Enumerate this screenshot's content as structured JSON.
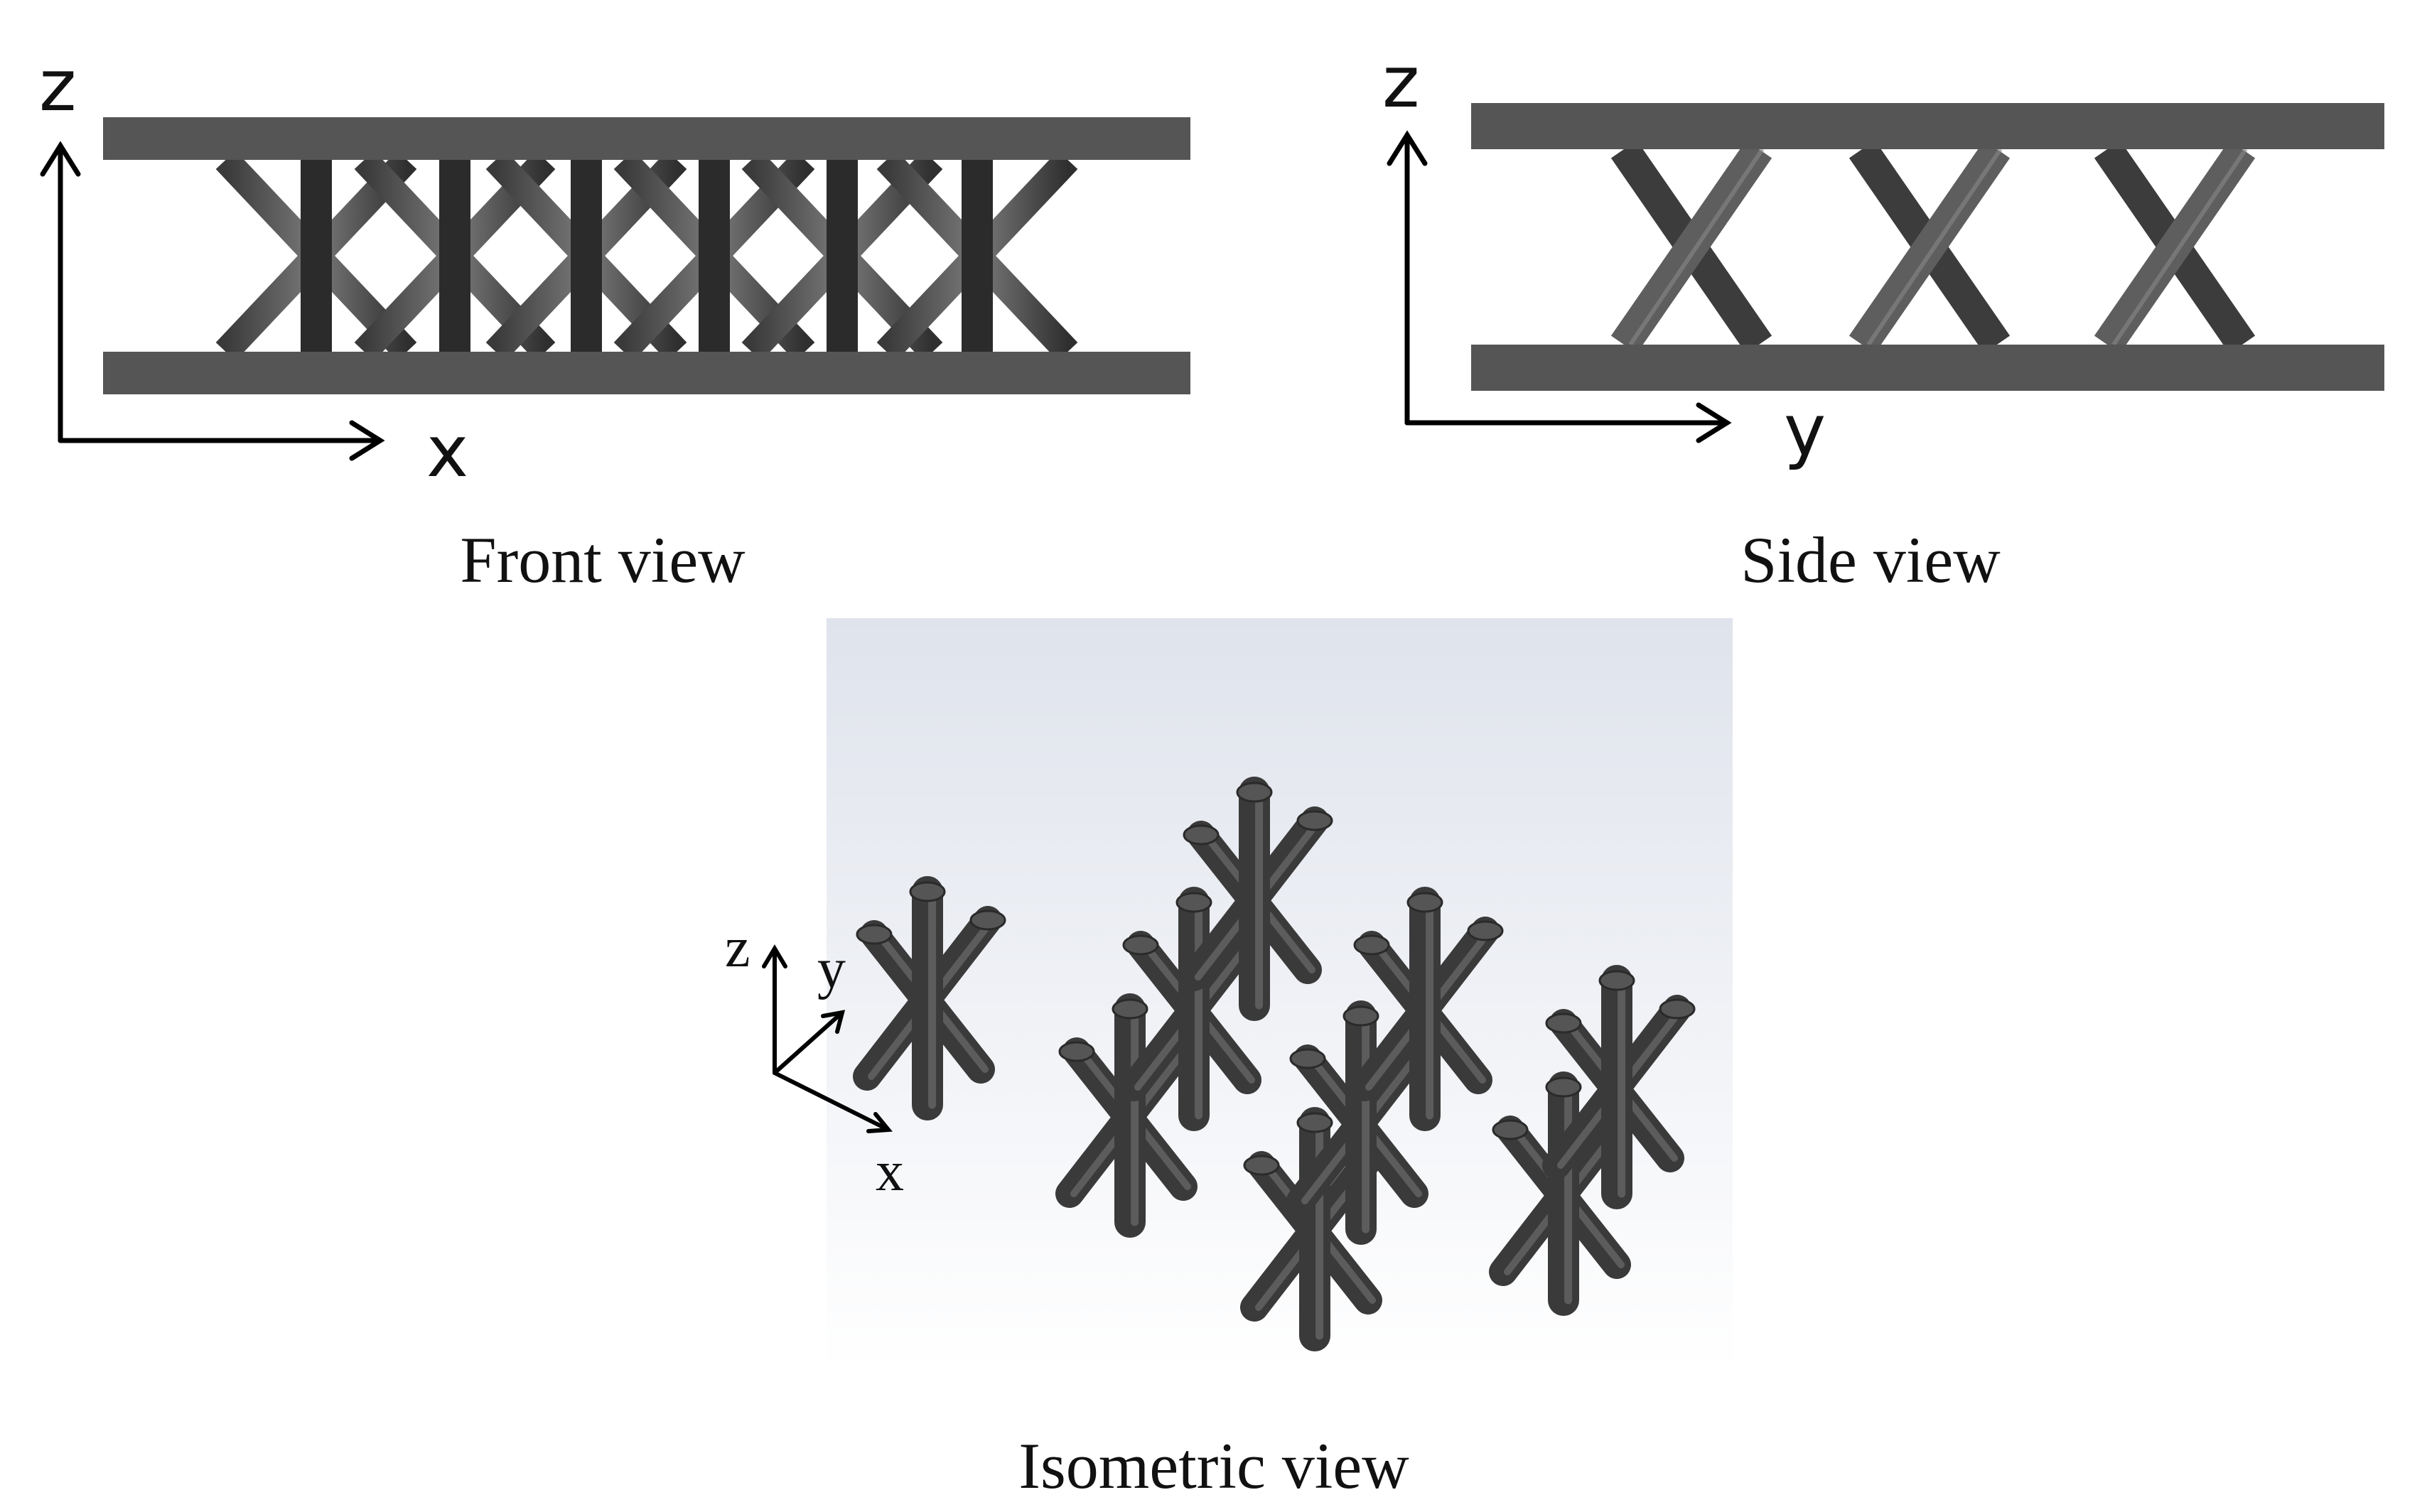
{
  "front_view": {
    "caption": "Front view",
    "axis_vertical": "z",
    "axis_horizontal": "x"
  },
  "side_view": {
    "caption": "Side view",
    "axis_vertical": "z",
    "axis_horizontal": "y"
  },
  "isometric_view": {
    "caption": "Isometric view",
    "axis_z": "z",
    "axis_y": "y",
    "axis_x": "x"
  },
  "colors": {
    "strut": "#4a4a4a",
    "plate": "#555555",
    "background_iso_top": "#dfe3ec",
    "background_iso_bottom": "#ffffff"
  }
}
